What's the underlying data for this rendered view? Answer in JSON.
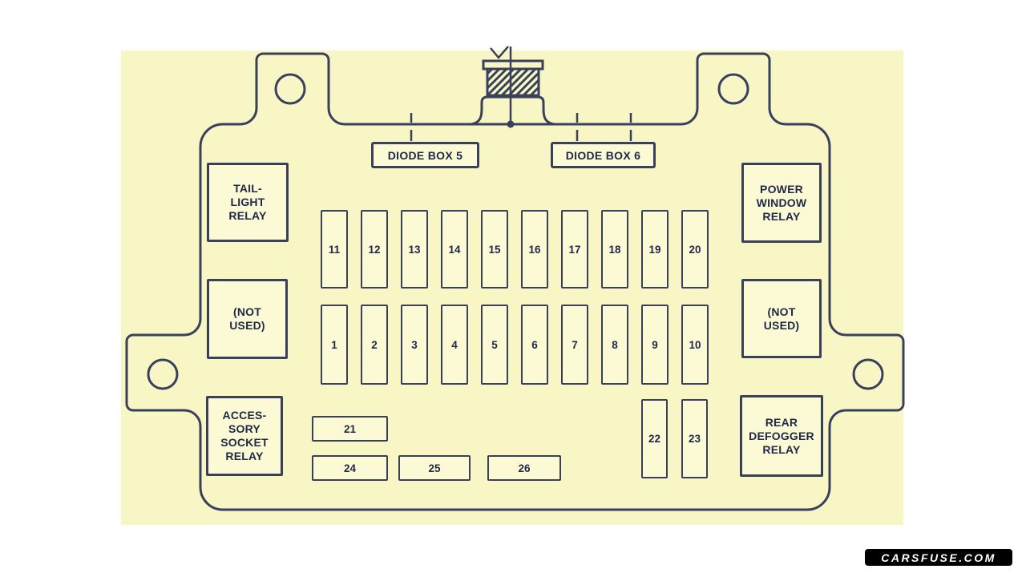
{
  "colors": {
    "page_background": "#ffffff",
    "panel_background": "#f8f6c4",
    "line_ink": "#39405c",
    "text_ink": "#1f2847",
    "box_fill": "#fbfad4",
    "watermark_bg": "#000000",
    "watermark_text": "#ffffff"
  },
  "diagram": {
    "relays": {
      "tail_light": "TAIL-\nLIGHT\nRELAY",
      "not_used_left": "(NOT\nUSED)",
      "accessory_socket": "ACCES-\nSORY\nSOCKET\nRELAY",
      "power_window": "POWER\nWINDOW\nRELAY",
      "not_used_right": "(NOT\nUSED)",
      "rear_defogger": "REAR\nDEFOGGER\nRELAY"
    },
    "diode_boxes": {
      "box5": "DIODE BOX 5",
      "box6": "DIODE BOX 6"
    },
    "fuses_top": [
      "11",
      "12",
      "13",
      "14",
      "15",
      "16",
      "17",
      "18",
      "19",
      "20"
    ],
    "fuses_bottom": [
      "1",
      "2",
      "3",
      "4",
      "5",
      "6",
      "7",
      "8",
      "9",
      "10"
    ],
    "fuses_lower_vertical": [
      "22",
      "23"
    ],
    "fuses_lower_horizontal": [
      "21",
      "24",
      "25",
      "26"
    ]
  },
  "watermark": {
    "text": "CARSFUSE.COM"
  }
}
